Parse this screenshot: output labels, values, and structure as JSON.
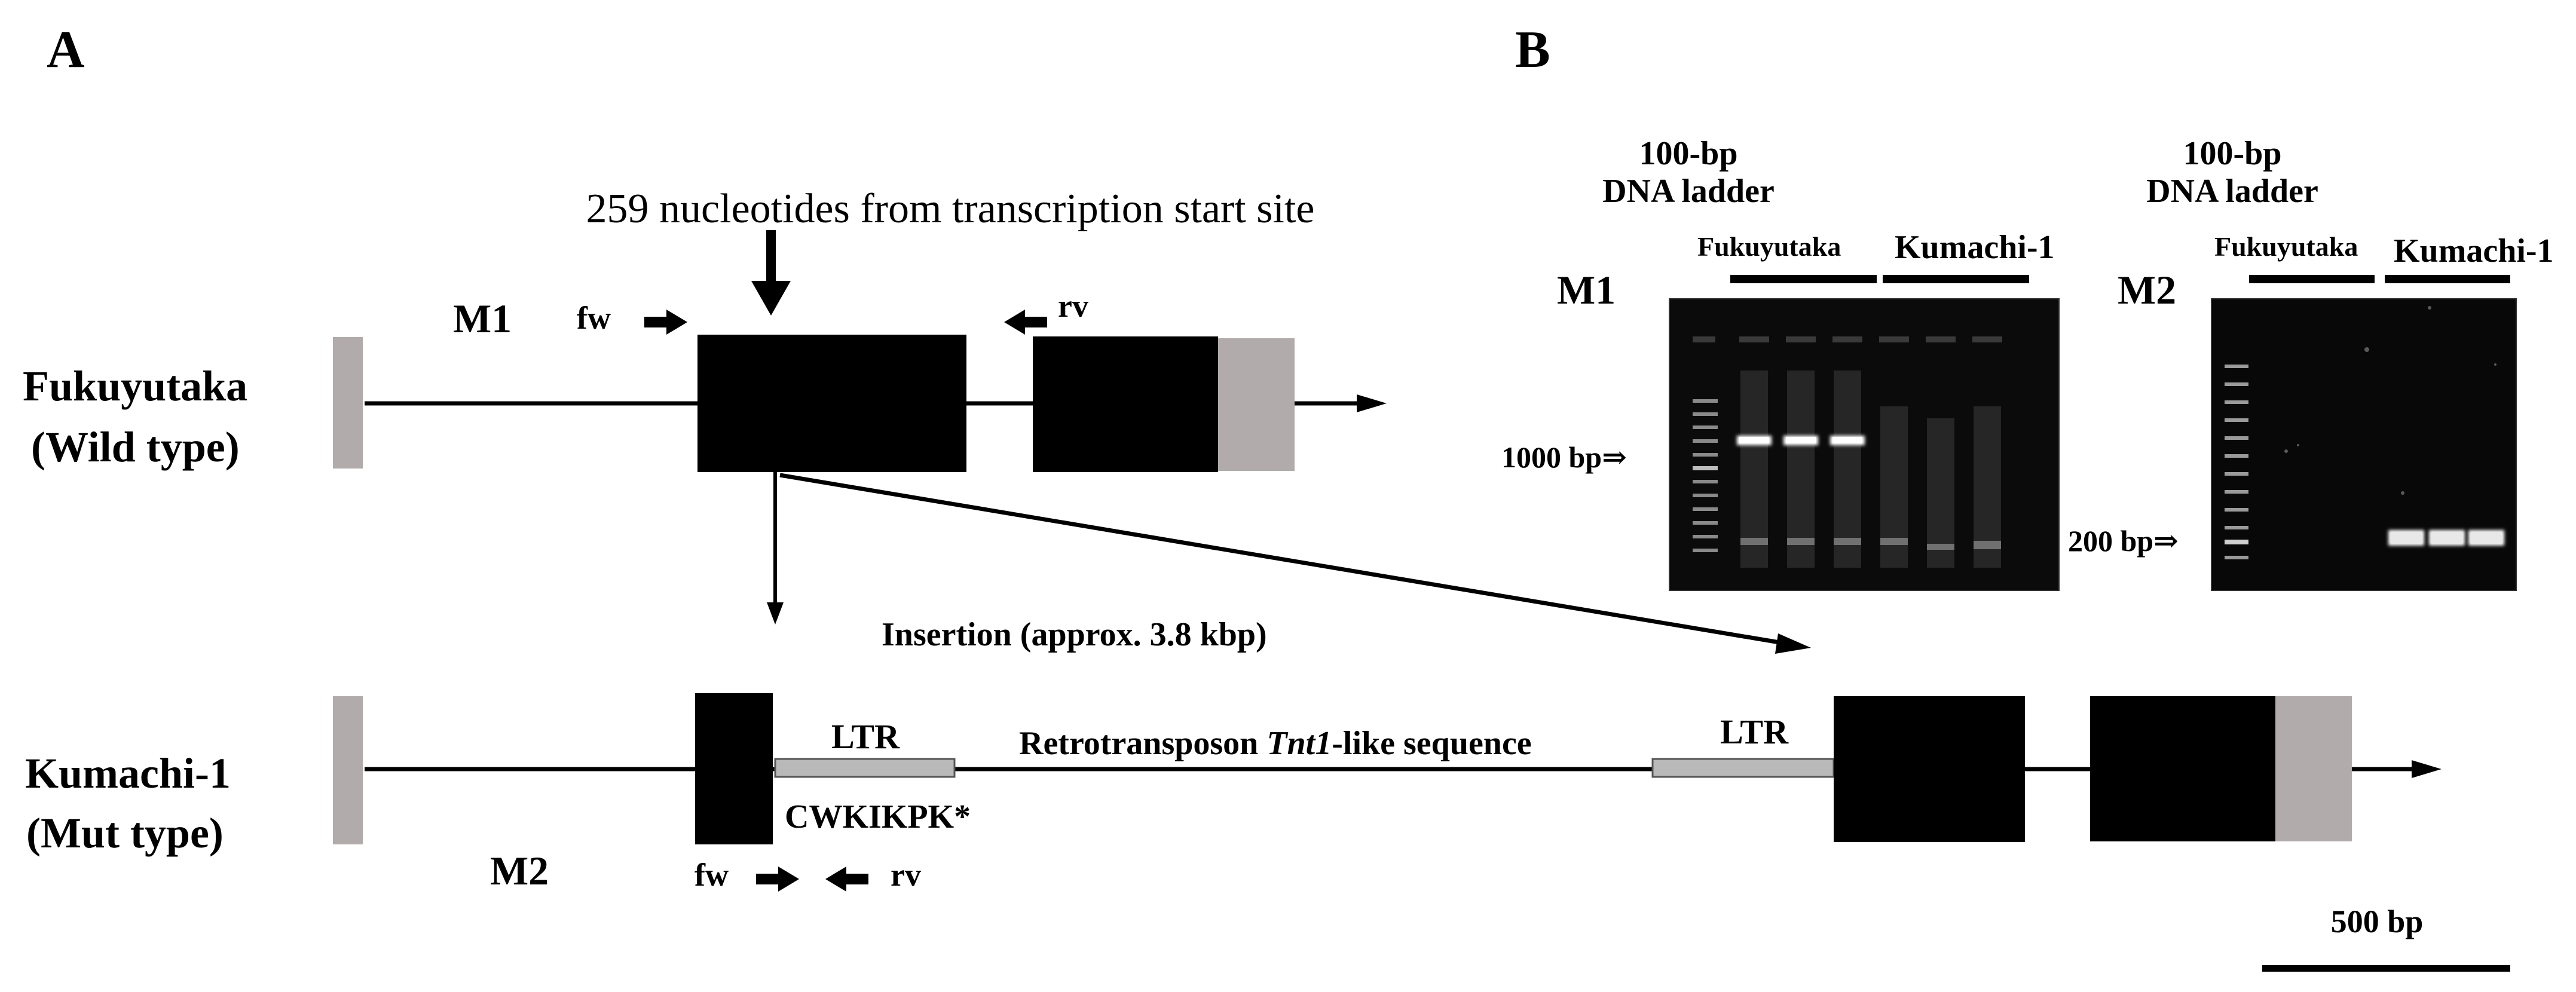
{
  "panel_a": {
    "label": "A",
    "annotation_top": "259 nucleotides from transcription start site",
    "wild_type": {
      "name": "Fukuyutaka",
      "type_label": "(Wild type)"
    },
    "mutant": {
      "name": "Kumachi-1",
      "type_label": "(Mut type)"
    },
    "marker_m1": {
      "name": "M1",
      "fw": "fw",
      "rv": "rv"
    },
    "marker_m2": {
      "name": "M2",
      "fw": "fw",
      "rv": "rv"
    },
    "insertion_label": "Insertion (approx. 3.8 kbp)",
    "ltr_left": "LTR",
    "ltr_right": "LTR",
    "retro_prefix": "Retrotransposon ",
    "retro_italic": "Tnt1",
    "retro_suffix": "-like sequence",
    "peptide": "CWKIKPK*",
    "scale_label": "500 bp"
  },
  "panel_b": {
    "label": "B",
    "gel_m1": {
      "marker": "M1",
      "ladder_line1": "100-bp",
      "ladder_line2": "DNA ladder",
      "group_fukuyutaka": "Fukuyutaka",
      "group_kumachi": "Kumachi-1",
      "size_marker": "1000 bp⇒"
    },
    "gel_m2": {
      "marker": "M2",
      "ladder_line1": "100-bp",
      "ladder_line2": "DNA ladder",
      "group_fukuyutaka": "Fukuyutaka",
      "group_kumachi": "Kumachi-1",
      "size_marker": "200 bp⇒"
    }
  },
  "colors": {
    "exon": "#000000",
    "utr": "#b1abab",
    "ltr": "#b9b9b9",
    "gel_background": "#0b0b0b",
    "band": "#ffffff"
  }
}
